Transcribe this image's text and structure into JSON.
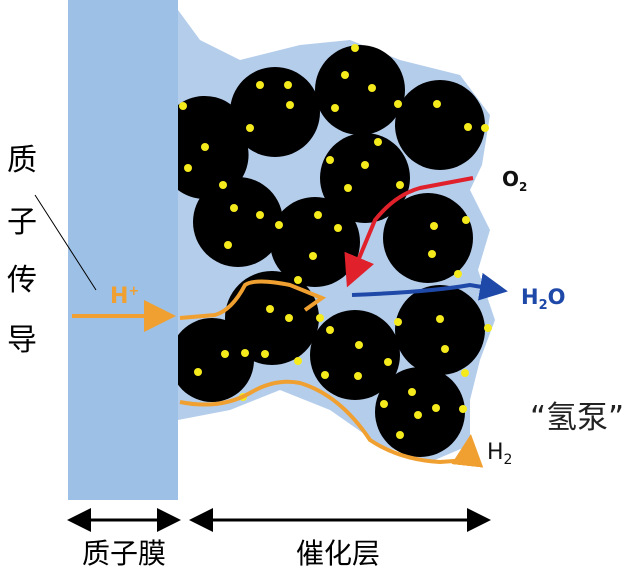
{
  "labels": {
    "proton_conduction": [
      "质",
      "子",
      "传",
      "导"
    ],
    "h_plus": "H",
    "h_plus_sup": "+",
    "o2": "O",
    "o2_sub": "2",
    "h2o_h": "H",
    "h2o_sub": "2",
    "h2o_o": "O",
    "hydrogen_pump": "“氢泵”",
    "h2": "H",
    "h2_sub": "2",
    "membrane": "质子膜",
    "catalyst_layer": "催化层"
  },
  "colors": {
    "membrane": "#9dc0e6",
    "ionomer": "#b4cdeb",
    "carbon": "#000000",
    "platinum": "#f5ea1c",
    "proton_path": "#f0a030",
    "oxygen_path": "#e0202a",
    "water_path": "#1f49a8"
  }
}
